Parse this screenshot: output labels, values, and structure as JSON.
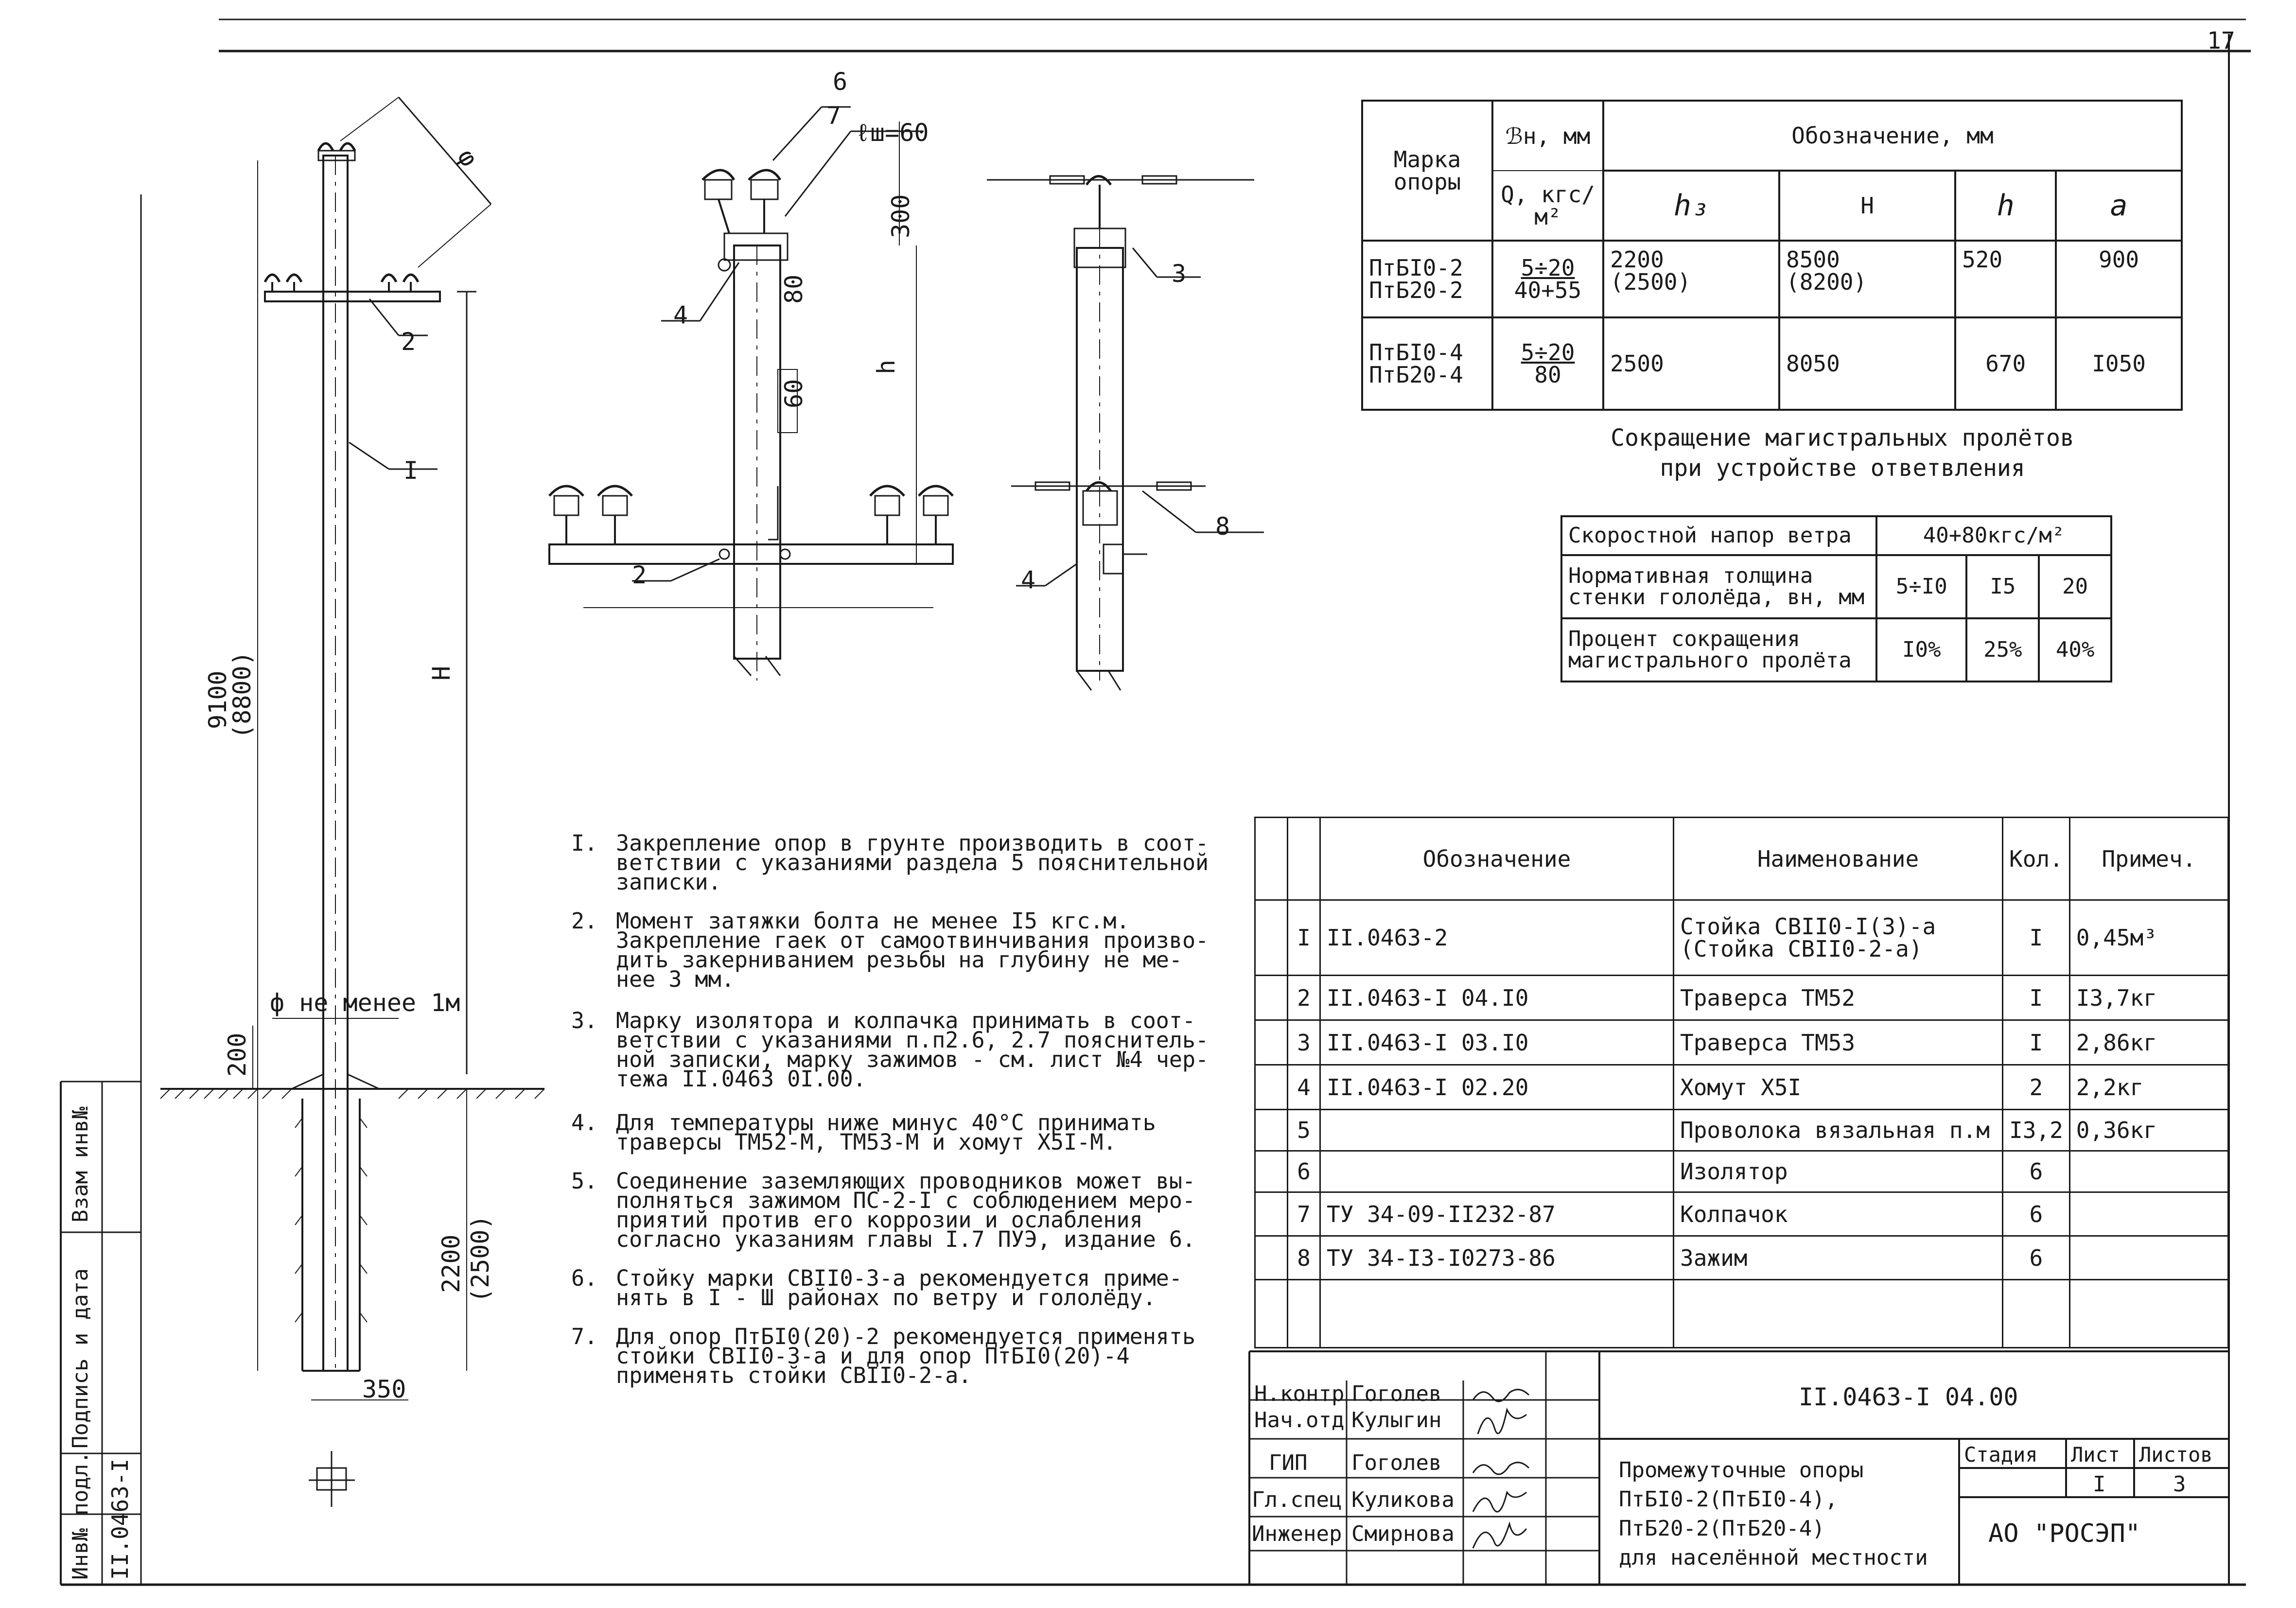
{
  "sheet": {
    "corner_number": "17"
  },
  "drawing": {
    "label_6": "6",
    "label_7": "7",
    "l_sh": "ℓш=60",
    "dim_300": "300",
    "dim_80": "80",
    "dim_60": "60",
    "dim_h_small": "h",
    "dim_H_main": "H",
    "dim_9100": "9100",
    "dim_8800": "(8800)",
    "dim_2200": "2200",
    "dim_2500": "(2500)",
    "dim_200": "200",
    "dim_350": "350",
    "diam_note": "ф не менее 1м",
    "phi": "φ",
    "callout_1": "I",
    "callout_2a": "2",
    "callout_2b": "2",
    "callout_3": "3",
    "callout_4a": "4",
    "callout_4b": "4",
    "callout_8": "8"
  },
  "table_params": {
    "head_mark": "Марка опоры",
    "head_b": "ℬн, мм",
    "head_q": "Q, кгс/м²",
    "head_designation": "Обозначение, мм",
    "head_h3": "h₃",
    "head_H": "H",
    "head_h": "h",
    "head_a": "a",
    "rows": [
      {
        "mark": "ПтБI0-2\nПтБ20-2",
        "bq_top": "5÷20",
        "bq_bottom": "40+55",
        "h3": "2200\n(2500)",
        "H": "8500\n(8200)",
        "h": "520",
        "a": "900"
      },
      {
        "mark": "ПтБI0-4\nПтБ20-4",
        "bq_top": "5÷20",
        "bq_bottom": "80",
        "h3": "2500",
        "H": "8050",
        "h": "670",
        "a": "I050"
      }
    ]
  },
  "span_title": "Сокращение магистральных пролётов\nпри устройстве ответвления",
  "table_span": {
    "row1_label": "Скоростной напор ветра",
    "row1_value": "40+80кгс/м²",
    "row2_label": "Нормативная толщина\nстенки гололёда, вн, мм",
    "row2_values": [
      "5÷I0",
      "I5",
      "20"
    ],
    "row3_label": "Процент сокращения\nмагистрального пролёта",
    "row3_values": [
      "I0%",
      "25%",
      "40%"
    ]
  },
  "notes": [
    {
      "num": "I.",
      "text": "Закрепление опор в грунте производить в соот-\nветствии с указаниями раздела 5 пояснительной\nзаписки."
    },
    {
      "num": "2.",
      "text": "Момент затяжки болта не менее I5 кгс.м.\nЗакрепление гаек от самоотвинчивания произво-\nдить закерниванием резьбы на глубину не ме-\nнее 3 мм."
    },
    {
      "num": "3.",
      "text": "Марку изолятора и колпачка принимать в соот-\nветствии с указаниями п.п2.6, 2.7 пояснитель-\nной записки, марку зажимов - см. лист №4 чер-\nтежа II.0463 0I.00."
    },
    {
      "num": "4.",
      "text": "Для температуры ниже минус 40°С принимать\nтраверсы ТМ52-М, ТМ53-М и хомут Х5I-М."
    },
    {
      "num": "5.",
      "text": "Соединение заземляющих проводников может вы-\nполняться зажимом ПС-2-I с соблюдением меро-\nприятий против его коррозии и ослабления\nсогласно указаниям главы I.7 ПУЭ, издание 6."
    },
    {
      "num": "6.",
      "text": "Стойку марки СВII0-3-а рекомендуется приме-\nнять в I - Ш районах по ветру и гололёду."
    },
    {
      "num": "7.",
      "text": "Для опор ПтБI0(20)-2 рекомендуется применять\nстойки СВII0-3-а и для опор ПтБI0(20)-4\nприменять стойки СВII0-2-а."
    }
  ],
  "spec": {
    "head_designation": "Обозначение",
    "head_name": "Наименование",
    "head_qty": "Кол.",
    "head_note": "Примеч.",
    "rows": [
      {
        "pos": "I",
        "designation": "II.0463-2",
        "name": "Стойка СВII0-I(3)-а\n(Стойка СВII0-2-а)",
        "qty": "I",
        "note": "0,45м³"
      },
      {
        "pos": "2",
        "designation": "II.0463-I 04.I0",
        "name": "Траверса ТМ52",
        "qty": "I",
        "note": "I3,7кг"
      },
      {
        "pos": "3",
        "designation": "II.0463-I 03.I0",
        "name": "Траверса ТМ53",
        "qty": "I",
        "note": "2,86кг"
      },
      {
        "pos": "4",
        "designation": "II.0463-I 02.20",
        "name": "Хомут Х5I",
        "qty": "2",
        "note": "2,2кг"
      },
      {
        "pos": "5",
        "designation": "",
        "name": "Проволока вязальная п.м",
        "qty": "I3,2",
        "note": "0,36кг"
      },
      {
        "pos": "6",
        "designation": "",
        "name": "Изолятор",
        "qty": "6",
        "note": ""
      },
      {
        "pos": "7",
        "designation": "ТУ 34-09-II232-87",
        "name": "Колпачок",
        "qty": "6",
        "note": ""
      },
      {
        "pos": "8",
        "designation": "ТУ 34-I3-I0273-86",
        "name": "Зажим",
        "qty": "6",
        "note": ""
      }
    ]
  },
  "title_block": {
    "code": "II.0463-I 04.00",
    "roles": [
      "Н.контр",
      "Нач.отд",
      "ГИП",
      "Гл.спец",
      "Инженер"
    ],
    "names": [
      "Гоголев",
      "Кулыгин",
      "Гоголев",
      "Куликова",
      "Смирнова"
    ],
    "title": "Промежуточные опоры\nПтБI0-2(ПтБI0-4),\nПтБ20-2(ПтБ20-4)\nдля населённой местности",
    "stage_label": "Стадия",
    "sheet_label": "Лист",
    "sheets_label": "Листов",
    "sheet_value": "I",
    "sheets_value": "3",
    "org": "АО \"РОСЭП\""
  },
  "side_stamp": {
    "inv_podl": "Инв№ подл.",
    "sign_date": "Подпись и дата",
    "vzam_inv": "Взам инв№",
    "code": "II.0463-I"
  }
}
